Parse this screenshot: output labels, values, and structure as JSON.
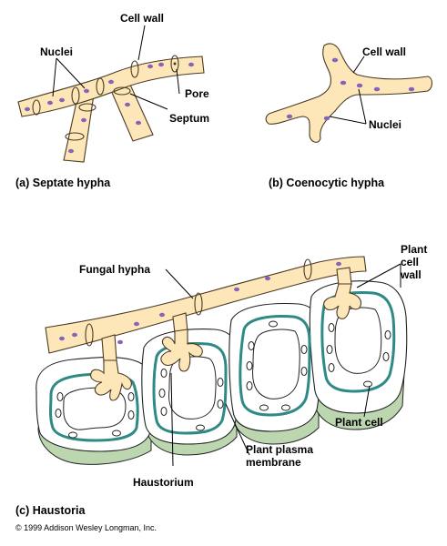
{
  "panels": {
    "septate": {
      "caption": "(a) Septate hypha",
      "labels": {
        "cell_wall": "Cell wall",
        "nuclei": "Nuclei",
        "pore": "Pore",
        "septum": "Septum"
      }
    },
    "coenocytic": {
      "caption": "(b) Coenocytic hypha",
      "labels": {
        "cell_wall": "Cell wall",
        "nuclei": "Nuclei"
      }
    },
    "haustoria": {
      "caption": "(c) Haustoria",
      "labels": {
        "fungal_hypha": "Fungal hypha",
        "plant_cell_wall_1": "Plant",
        "plant_cell_wall_2": "cell",
        "plant_cell_wall_3": "wall",
        "plant_cell": "Plant cell",
        "plasma_membrane_1": "Plant plasma",
        "plasma_membrane_2": "membrane",
        "haustorium": "Haustorium"
      }
    }
  },
  "copyright": "© 1999 Addison Wesley Longman, Inc.",
  "colors": {
    "hypha_fill": "#fde6b7",
    "hypha_outline": "#4a3a22",
    "nucleus": "#8563b8",
    "plasma_membrane": "#2f8a86",
    "cell_base": "#bcd7b0"
  }
}
